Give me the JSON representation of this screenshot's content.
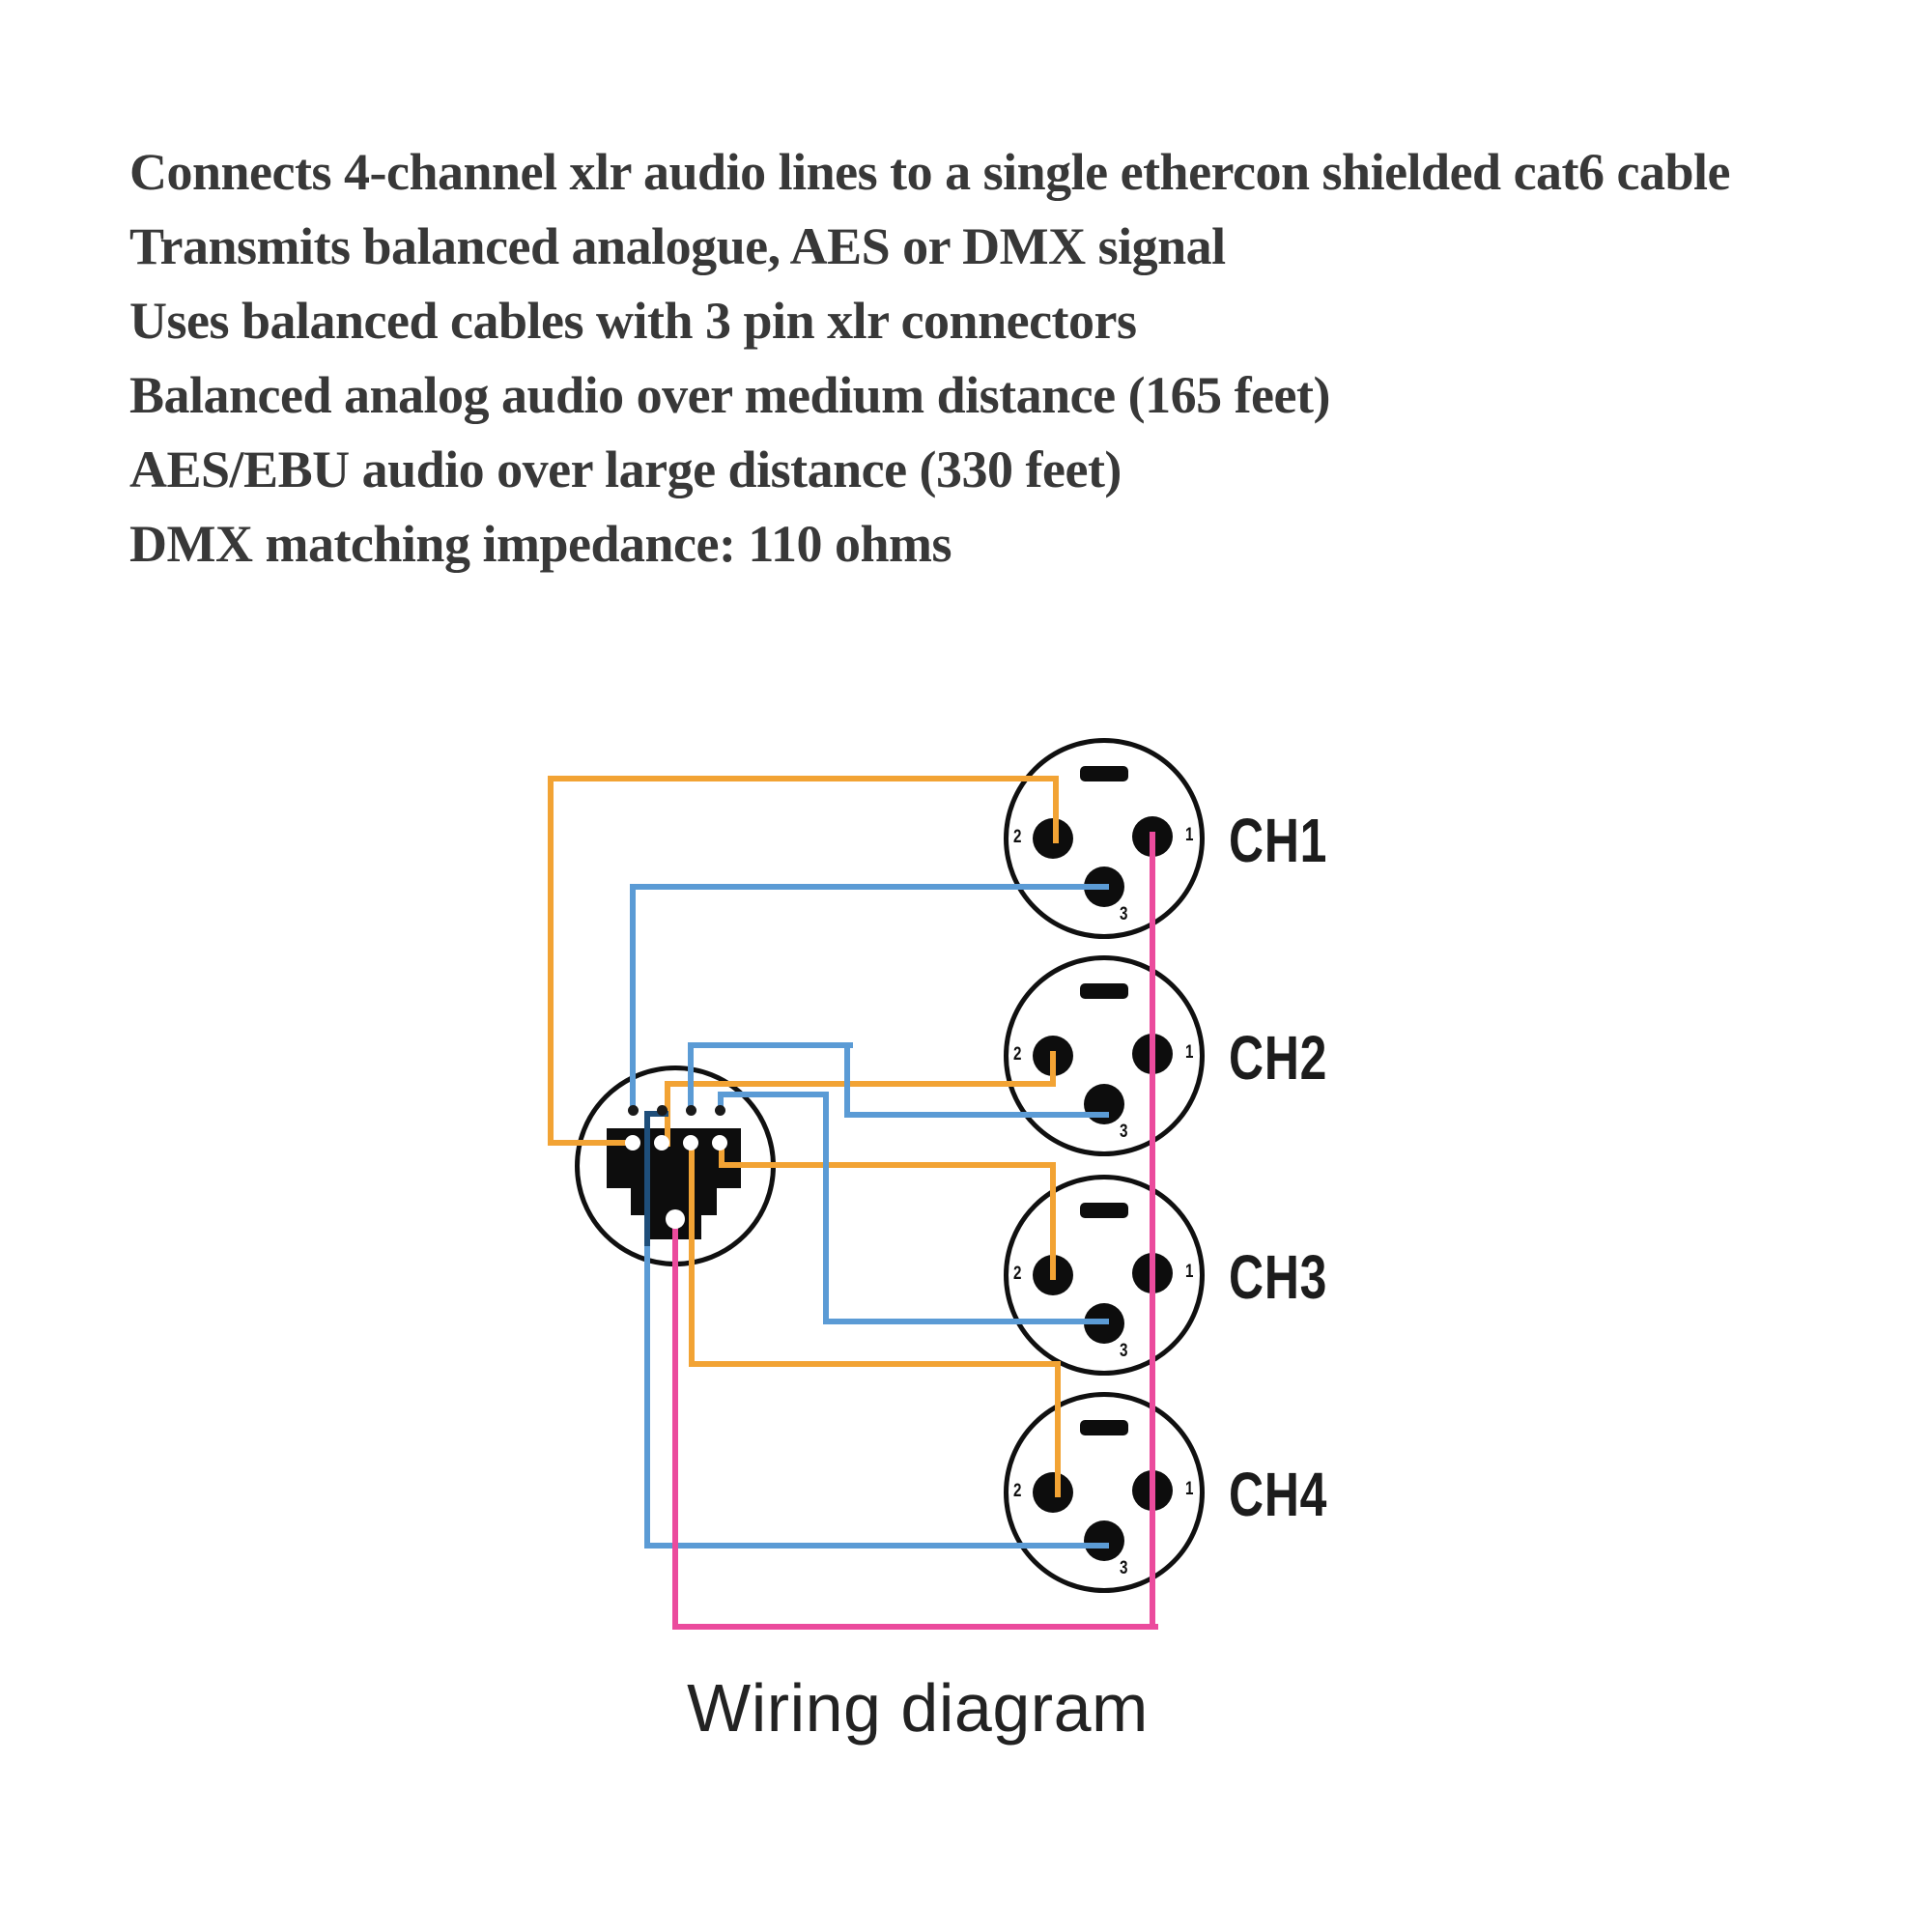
{
  "features": {
    "lines": [
      "Connects 4-channel xlr audio lines to a single ethercon shielded cat6 cable",
      "Transmits balanced analogue, AES or DMX signal",
      "Uses balanced cables with 3 pin xlr connectors",
      "Balanced analog audio over medium distance (165 feet)",
      "AES/EBU audio over large distance (330 feet)",
      "DMX matching impedance: 110 ohms"
    ]
  },
  "diagram": {
    "caption": "Wiring diagram",
    "channels": [
      {
        "label": "CH1"
      },
      {
        "label": "CH2"
      },
      {
        "label": "CH3"
      },
      {
        "label": "CH4"
      }
    ],
    "xlr_pin_labels": {
      "pin1": "1",
      "pin2": "2",
      "pin3": "3"
    }
  },
  "colors": {
    "wire-orange": "#F2A334",
    "wire-blue": "#5B9BD5",
    "wire-blue-dark": "#1E4E7A",
    "wire-pink": "#EB4B9D"
  }
}
